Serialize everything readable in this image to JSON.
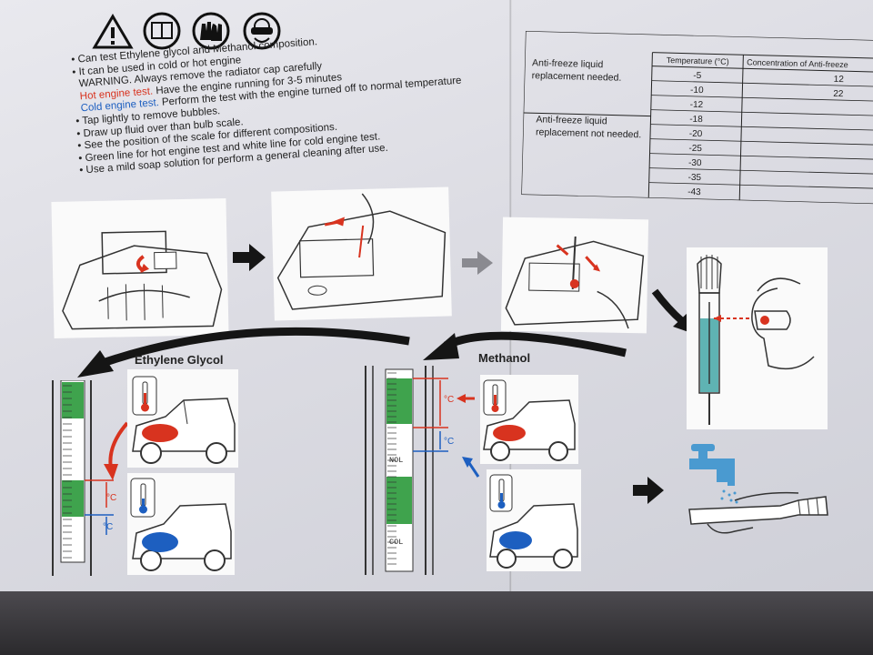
{
  "instructions": {
    "can_test": "Can test Ethylene glycol and Methanol composition.",
    "cold_hot": "It can be used in cold or hot engine",
    "warning": "WARNING. Always remove the radiator cap carefully",
    "hot_label": "Hot engine test.",
    "hot_text": "Have the engine running for 3-5 minutes",
    "cold_label": "Cold engine test.",
    "cold_text": "Perform the test with the engine turned off to normal temperature",
    "tap": "Tap lightly to remove bubbles.",
    "draw": "Draw up fluid over than bulb scale.",
    "see": "See the position of the scale for different compositions.",
    "green": "Green line for hot engine test and white line for cold engine test.",
    "soap": "Use a mild soap solution for perform a general cleaning after use."
  },
  "table": {
    "col_temp": "Temperature (°C)",
    "col_conc": "Concentration of Anti-freeze",
    "needed": [
      "Anti-freeze liquid",
      "replacement needed."
    ],
    "not_needed": [
      "Anti-freeze liquid",
      "replacement not needed."
    ],
    "temps": [
      "-5",
      "-10",
      "-12",
      "-18",
      "-20",
      "-25",
      "-30",
      "-35",
      "-43"
    ],
    "conc": [
      "12",
      "22"
    ]
  },
  "labels": {
    "ethylene": "Ethylene Glycol",
    "methanol": "Methanol",
    "celsius": "°C",
    "nol": "NOL",
    "col": "COL"
  },
  "icons": [
    "warning-icon",
    "manual-icon",
    "gloves-icon",
    "goggles-icon"
  ],
  "colors": {
    "hot": "#d8331f",
    "cold": "#1d5fc0",
    "scale_green": "#3fa34d",
    "fluid": "#5fb3b3"
  }
}
